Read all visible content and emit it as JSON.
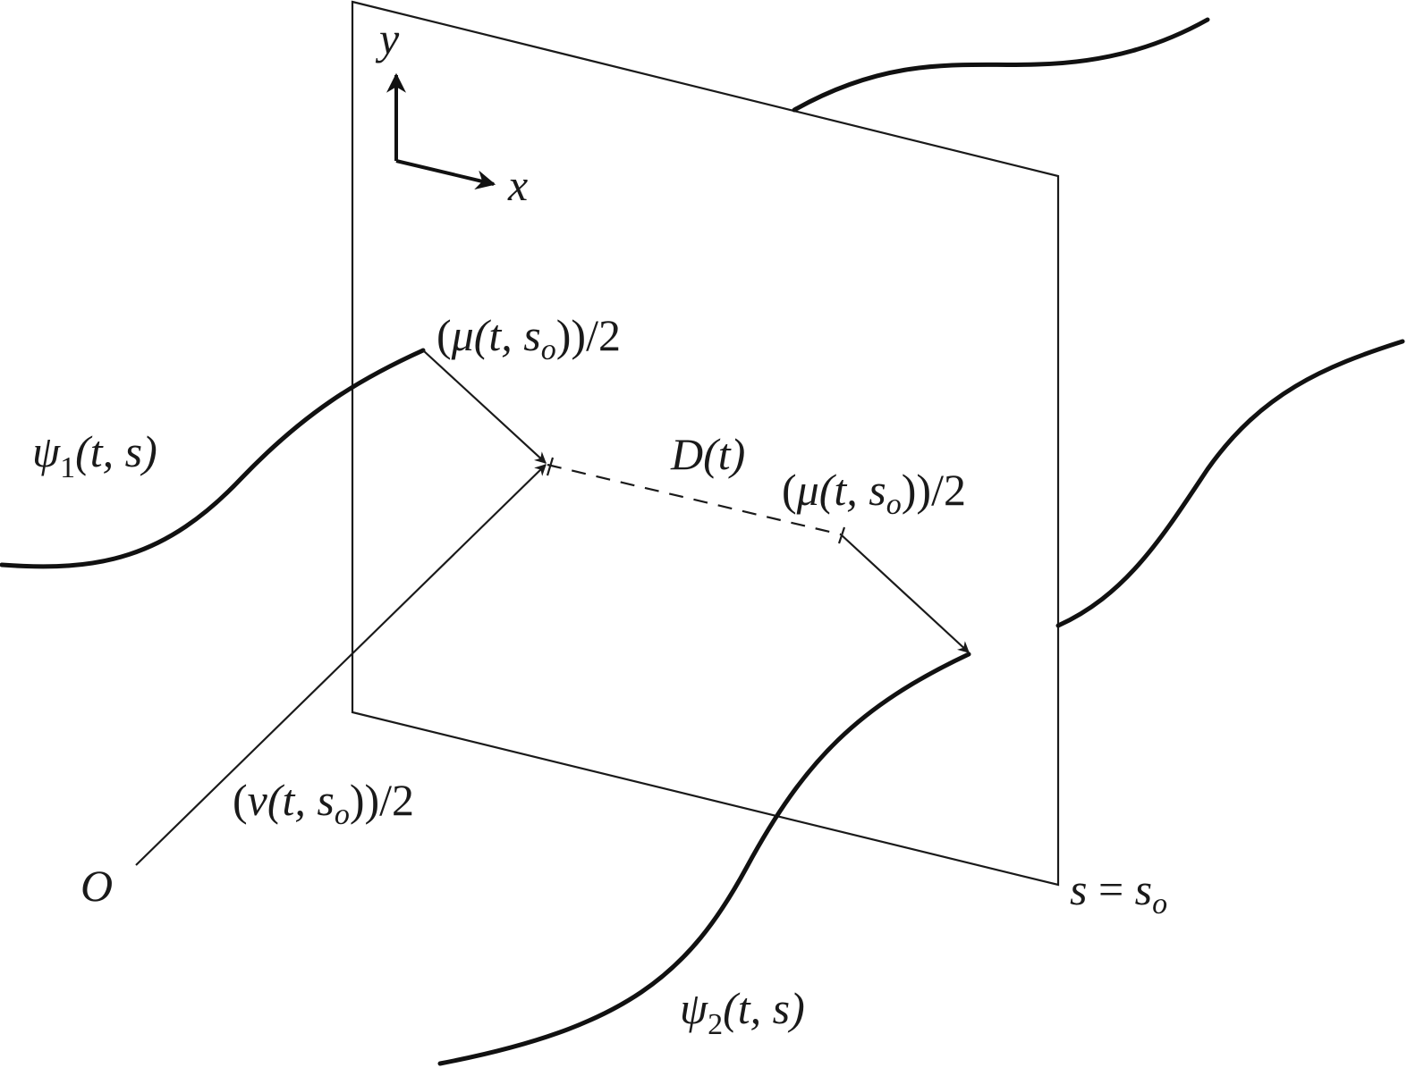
{
  "labels": {
    "axis_y": "y",
    "axis_x": "x",
    "psi1": {
      "symbol": "ψ",
      "sub": "1",
      "args": "(t, s)"
    },
    "psi2": {
      "symbol": "ψ",
      "sub": "2",
      "args": "(t, s)"
    },
    "mu_top": {
      "open": "(",
      "symbol": "μ",
      "args_open": "(t, s",
      "sub": "o",
      "close": "))/2"
    },
    "mu_right": {
      "open": "(",
      "symbol": "μ",
      "args_open": "(t, s",
      "sub": "o",
      "close": "))/2"
    },
    "nu": {
      "open": "(",
      "symbol": "ν",
      "args_open": "(t, s",
      "sub": "o",
      "close": "))/2"
    },
    "D": {
      "symbol": "D",
      "args": "(t)"
    },
    "origin": "O",
    "plane": {
      "lhs": "s",
      "eq": " = ",
      "rhs": "s",
      "sub": "o"
    }
  }
}
